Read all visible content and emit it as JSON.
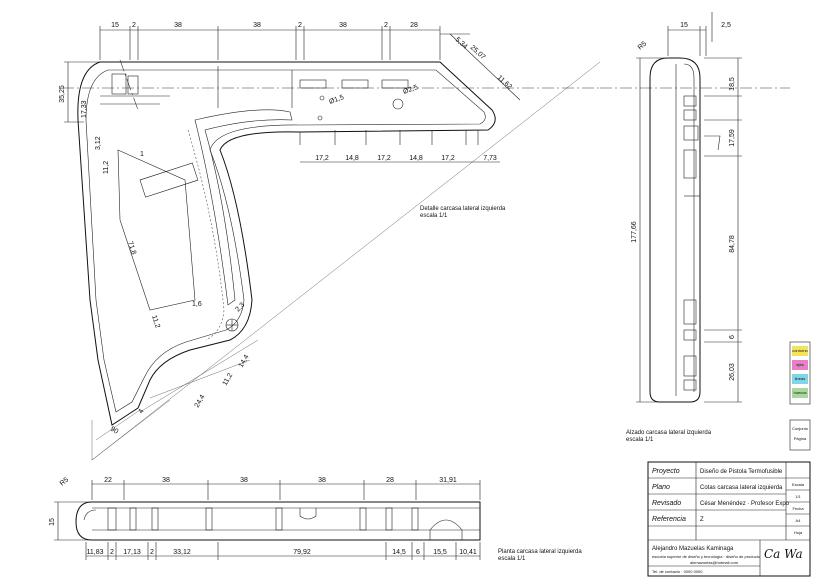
{
  "top_view": {
    "dims_top": [
      "15",
      "2",
      "38",
      "38",
      "2",
      "38",
      "2",
      "28"
    ],
    "dim_left": "35,25",
    "dims_right": [
      "5,34",
      "25,07",
      "11,62"
    ],
    "dims_bottom": [
      "17,2",
      "14,8",
      "17,2",
      "14,8",
      "17,2",
      "7,73"
    ],
    "diam_labels": [
      "Ø1,5",
      "Ø2,5"
    ],
    "dims_arm": [
      "17,33",
      "3,12",
      "1",
      "11,2",
      "71,8",
      "1,6",
      "11,2",
      "2,3",
      "14,4",
      "11,2",
      "24,4",
      "4",
      "90"
    ],
    "caption": "Detalle carcasa lateral izquierda",
    "scale": "escala 1/1"
  },
  "side_view": {
    "dims_top": [
      "15",
      "2,5"
    ],
    "dims_right": [
      "18,5",
      "17,59",
      "84,78",
      "6",
      "26,03"
    ],
    "dim_left": "177,66",
    "dim_corner": "R5",
    "caption": "Alzado carcasa lateral izquierda",
    "scale": "escala 1/1"
  },
  "bottom_view": {
    "dims_top": [
      "22",
      "38",
      "38",
      "38",
      "28",
      "31,91"
    ],
    "dims_bottom": [
      "11,83",
      "2",
      "17,13",
      "2",
      "33,12",
      "79,92",
      "14,5",
      "6",
      "15,5",
      "10,41"
    ],
    "dim_left": "15",
    "dim_corner": "R5",
    "caption": "Planta carcasa lateral izquierda",
    "scale": "escala 1/1"
  },
  "legend": {
    "swatches": [
      {
        "label": "contorno",
        "color": "#f2e55c"
      },
      {
        "label": "ejes",
        "color": "#e87fc8"
      },
      {
        "label": "lineas",
        "color": "#7fd6e8"
      },
      {
        "label": "huecos",
        "color": "#a8d89a"
      }
    ],
    "box_labels": [
      "Conjunto",
      "Página"
    ]
  },
  "title_block": {
    "proyecto_label": "Proyecto",
    "proyecto_value": "Diseño de Pistola Termofusible",
    "plano_label": "Plano",
    "plano_value": "Cotas carcasa lateral izquierda",
    "revisado_label": "Revisado",
    "revisado_value": "César Menéndez · Profesor Expo",
    "referencia_label": "Referencia",
    "referencia_value": "Z",
    "side_cells": [
      "Escala",
      "1/1",
      "Fecha",
      "A4",
      "Hoja"
    ],
    "author": "Alejandro Mazuelas Kaminaga",
    "author_sub": "escuela superior de diseño y tecnología · diseño de producto",
    "email": "alemazuelas@hotmail.com",
    "footer": "Tel. de contacto · 0000 0000",
    "signature": "Ca Wa"
  }
}
